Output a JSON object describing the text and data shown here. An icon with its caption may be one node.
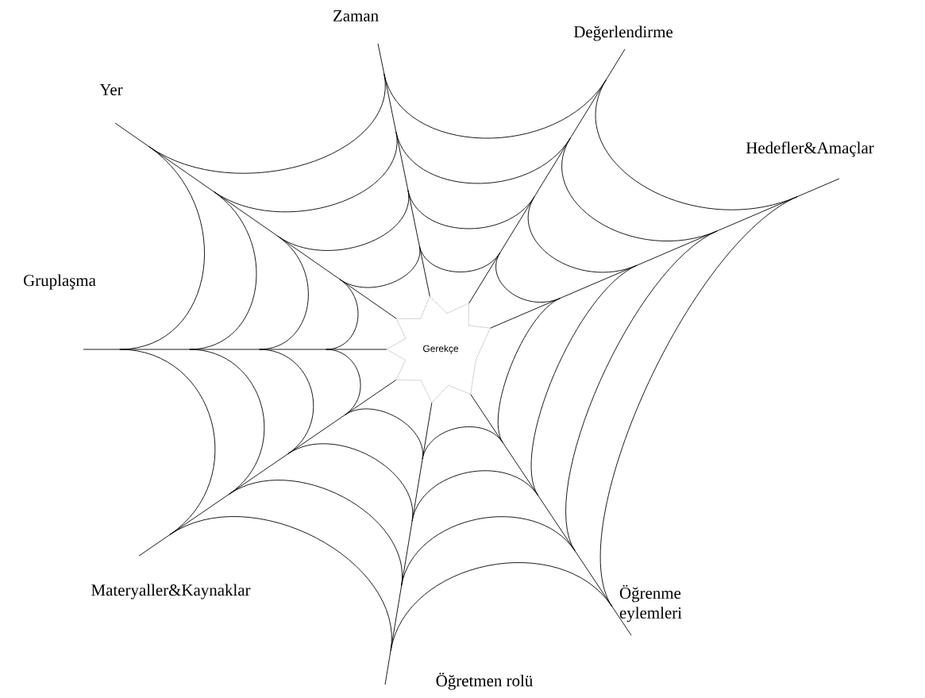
{
  "diagram": {
    "nodes": [
      {
        "text": [
          "Zaman"
        ]
      },
      {
        "text": [
          "Değerlendirme"
        ]
      },
      {
        "text": [
          "Yer"
        ]
      },
      {
        "text": [
          "Hedefler&Amaçlar"
        ]
      },
      {
        "text": [
          "Gruplaşma"
        ]
      },
      {
        "text": [
          "Gerekçe"
        ]
      },
      {
        "text": [
          "Materyaller&Kaynaklar"
        ]
      },
      {
        "text": [
          "Öğrenme eylemleri"
        ]
      },
      {
        "text": [
          "Öğretmen rolü"
        ]
      }
    ],
    "edges": [
      {
        "from": 5,
        "to": 0,
        "arrow": "none"
      },
      {
        "from": 5,
        "to": 1,
        "arrow": "none"
      },
      {
        "from": 5,
        "to": 3,
        "arrow": "none"
      },
      {
        "from": 5,
        "to": 7,
        "arrow": "none"
      },
      {
        "from": 5,
        "to": 8,
        "arrow": "none"
      },
      {
        "from": 5,
        "to": 6,
        "arrow": "none"
      },
      {
        "from": 5,
        "to": 4,
        "arrow": "none"
      },
      {
        "from": 5,
        "to": 2,
        "arrow": "none"
      }
    ]
  }
}
